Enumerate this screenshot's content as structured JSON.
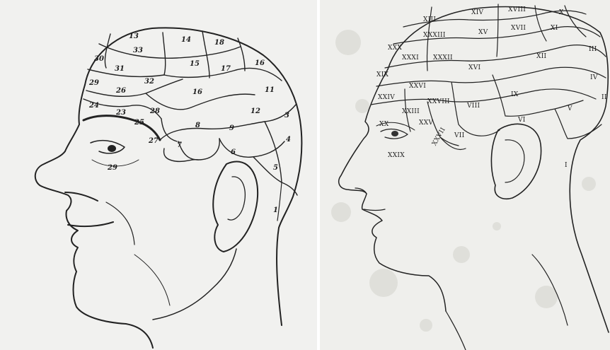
{
  "left_panel": {
    "zone_labels": [
      "13",
      "14",
      "18",
      "33",
      "30",
      "31",
      "15",
      "17",
      "16",
      "29",
      "32",
      "26",
      "11",
      "16",
      "24",
      "23",
      "12",
      "3",
      "28",
      "25",
      "8",
      "9",
      "27",
      "7",
      "6",
      "4",
      "5",
      "29",
      "1"
    ]
  },
  "right_panel": {
    "zone_labels": [
      "XIII",
      "XIV",
      "XVIII",
      "X",
      "XXXIII",
      "XV",
      "XVII",
      "XI",
      "XXX",
      "XXXI",
      "XXXII",
      "XII",
      "III",
      "XIX",
      "XVI",
      "IV",
      "XXVI",
      "IX",
      "XXIV",
      "XXVIII",
      "II",
      "XXIII",
      "VIII",
      "V",
      "XXV",
      "VI",
      "XX",
      "XXVII",
      "VII",
      "XXIX",
      "I"
    ]
  }
}
